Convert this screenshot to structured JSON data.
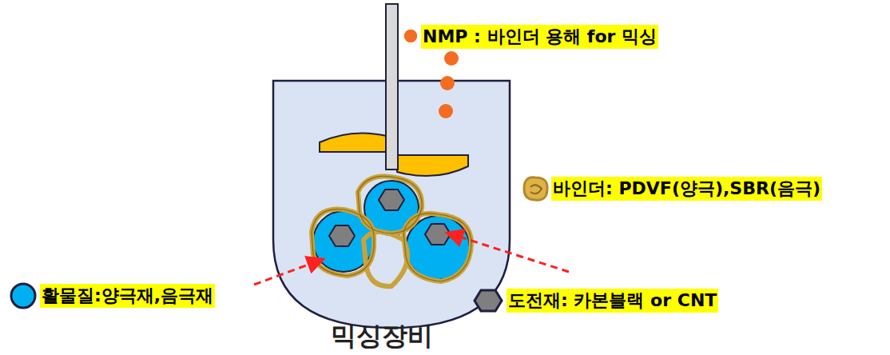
{
  "diagram": {
    "caption": "믹싱장비",
    "labels": [
      "NMP : 바인더 용해 for 믹싱",
      "바인더: PDVF(양극),SBR(음극)",
      "활물질:양극재,음극재",
      "도전재: 카본블랙 or CNT"
    ]
  }
}
